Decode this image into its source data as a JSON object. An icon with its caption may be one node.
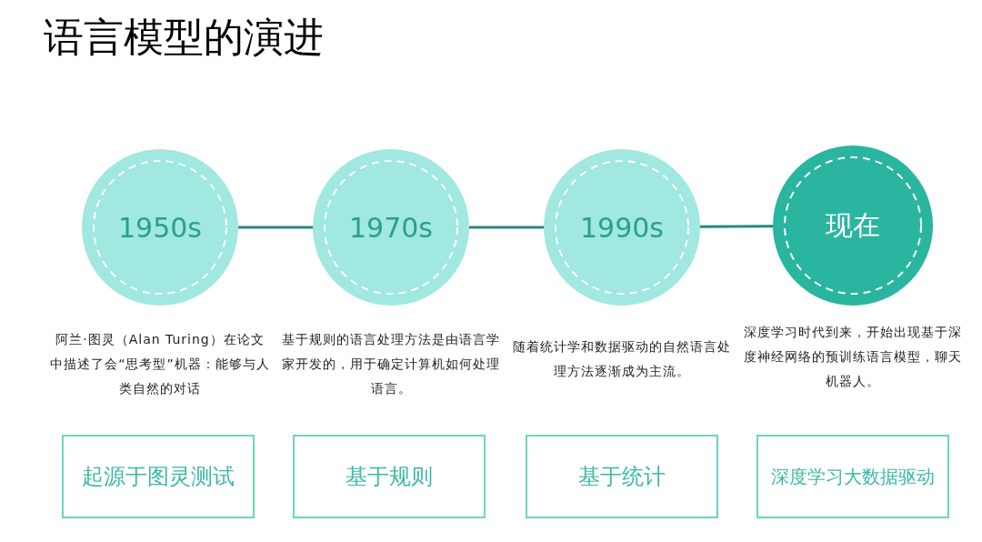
{
  "diagram": {
    "title": "语言模型的演进",
    "nodes": [
      {
        "text": [
          "1950s"
        ],
        "beside": [
          "阿兰·图灵（Alan Turing）在论文中描述了会“思考型”机器：能够与人类自然的对话"
        ]
      },
      {
        "text": [
          "1970s"
        ],
        "beside": [
          "基于规则的语言处理方法是由语言学家开发的，用于确定计算机如何处理语言。"
        ]
      },
      {
        "text": [
          "1990s"
        ],
        "beside": [
          "随着统计学和数据驱动的自然语言处理方法逐渐成为主流。"
        ]
      },
      {
        "text": [
          "现在"
        ],
        "beside": [
          "深度学习时代到来，开始出现基于深度神经网络的预训练语言模型，聊天机器人。"
        ]
      },
      {
        "text": [
          "起源于图灵测试"
        ]
      },
      {
        "text": [
          "基于规则"
        ]
      },
      {
        "text": [
          "基于统计"
        ]
      },
      {
        "text": [
          "深度学习大数据驱动"
        ]
      }
    ],
    "edges": [
      {
        "from": 0,
        "to": 1,
        "arrow": "none"
      },
      {
        "from": 1,
        "to": 2,
        "arrow": "none"
      },
      {
        "from": 2,
        "to": 3,
        "arrow": "none"
      }
    ]
  }
}
